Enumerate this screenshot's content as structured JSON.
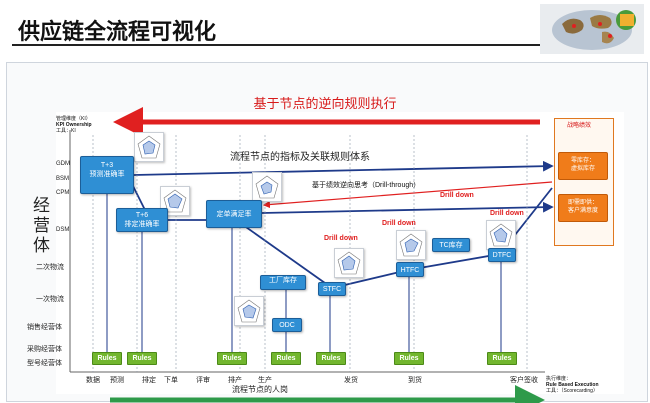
{
  "header": {
    "title": "供应链全流程可视化"
  },
  "subtitle": "基于节点的逆向规则执行",
  "diagram_title": "流程节点的指标及关联规则体系",
  "reverse_label": "基于绩效逆向思考（Drill-through）",
  "people_label": "流程节点的人岗",
  "left_axis": {
    "top_note": [
      "管理维度（KI）",
      "KPI Ownership",
      "工具：KI"
    ],
    "big_label": [
      "经",
      "营",
      "体"
    ],
    "levels": [
      "GDM",
      "BSM",
      "CPM",
      "DSM",
      "二次物流",
      "一次物流",
      "销售经营体",
      "采购经营体",
      "型号经营体"
    ]
  },
  "x_axis": [
    "数据",
    "预测",
    "排定",
    "下单",
    "评审",
    "排产",
    "生产",
    "发货",
    "到货",
    "客户签收"
  ],
  "nodes": [
    {
      "line1": "T+3",
      "line2": "预测准确率"
    },
    {
      "line1": "T+6",
      "line2": "排定准确率"
    },
    {
      "line1": "定单满足率",
      "line2": ""
    },
    {
      "line1": "工厂库存",
      "line2": ""
    },
    {
      "line1": "ODC",
      "line2": ""
    },
    {
      "line1": "STFC",
      "line2": ""
    },
    {
      "line1": "HTFC",
      "line2": ""
    },
    {
      "line1": "TC库存",
      "line2": ""
    },
    {
      "line1": "DTFC",
      "line2": ""
    }
  ],
  "drill_down": "Drill down",
  "rules_label": "Rules",
  "strategy": {
    "title": "战略绩效",
    "box1": [
      "零库存：",
      "虚拟库存"
    ],
    "box2": [
      "即需即供：",
      "客户满意度"
    ]
  },
  "bottom_right_note": [
    "执行维度：",
    "Rule Based Execution",
    "工具：（Scorecarding）"
  ],
  "colors": {
    "accent_red": "#d71a1a",
    "node_blue": "#2f8fd4",
    "rules_green": "#72b62e",
    "orange": "#f07c1a"
  }
}
